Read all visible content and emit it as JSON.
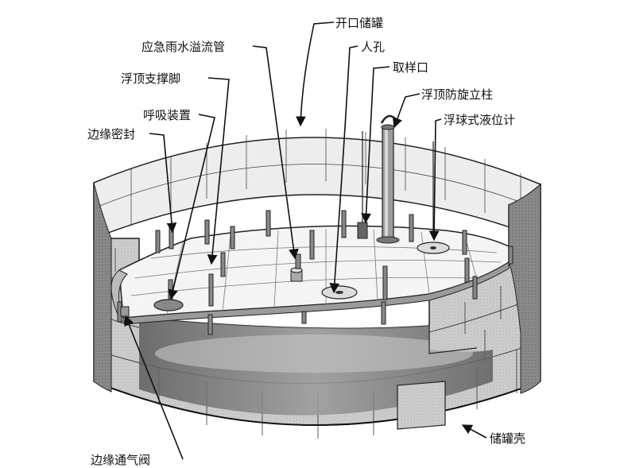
{
  "labels": {
    "open_tank": "开口储罐",
    "emergency_drain": "应急雨水溢流管",
    "manhole": "人孔",
    "roof_support": "浮顶支撑脚",
    "sampling_port": "取样口",
    "anti_rotation": "浮顶防旋立柱",
    "breather": "呼吸装置",
    "float_gauge": "浮球式液位计",
    "rim_seal": "边缘密封",
    "rim_vent": "边缘通气阀",
    "shell": "储罐壳"
  },
  "colors": {
    "ink": "#111111",
    "shell_light": "#e4e4e4",
    "shell_mid": "#b8b8b8",
    "shell_dark": "#6e6e6e",
    "roof": "#f2f2f2",
    "liquid": "#8a8a8a"
  }
}
